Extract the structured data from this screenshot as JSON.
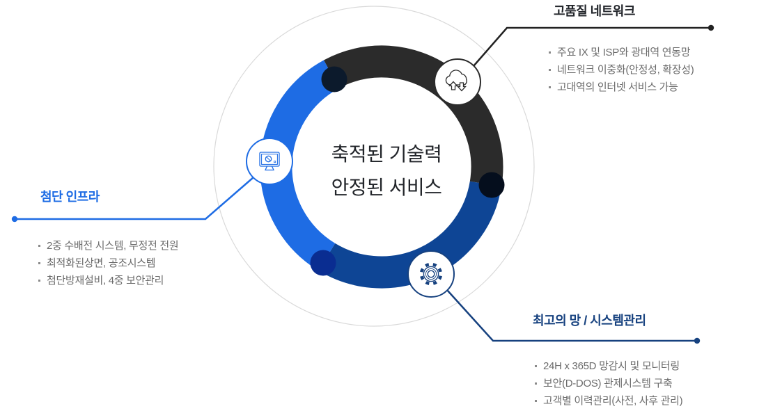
{
  "center": {
    "line1": "축적된 기술력",
    "line2": "안정된 서비스"
  },
  "sections": {
    "network": {
      "title": "고품질 네트워크",
      "icon": "cloud-transfer-icon",
      "items": [
        "주요 IX 및 ISP와 광대역 연동망",
        "네트워크 이중화(안정성, 확장성)",
        "고대역의 인터넷 서비스 가능"
      ]
    },
    "infra": {
      "title": "첨단 인프라",
      "icon": "monitor-icon",
      "items": [
        "2중 수배전 시스템, 무정전 전원",
        "최적화된상면, 공조시스템",
        "첨단방재설비, 4중 보안관리"
      ]
    },
    "management": {
      "title": "최고의 망 / 시스템관리",
      "icon": "gear-icon",
      "items": [
        "24H x 365D 망감시 및 모니터링",
        "보안(D-DOS) 관제시스템 구축",
        "고객별 이력관리(사전, 사후 관리)"
      ]
    }
  },
  "colors": {
    "ring_blue": "#1e6ce4",
    "ring_navy": "#0e4595",
    "ring_black": "#2b2b2b",
    "junction_dot_top": "#0c1a2c",
    "junction_dot_right": "#050e1d",
    "junction_dot_bottom": "#0a2d91",
    "connector_black": "#222222",
    "connector_blue": "#1e6ce4",
    "connector_navy": "#16417f",
    "outer_circle_gray": "#d9d9d9",
    "bullet_text_gray": "#6b6b6b",
    "center_text": "#22252a"
  }
}
